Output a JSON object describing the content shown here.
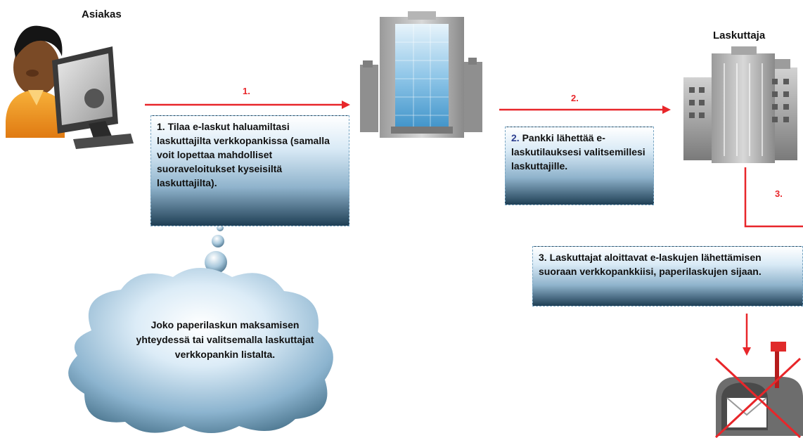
{
  "labels": {
    "customer": "Asiakas",
    "biller": "Laskuttaja"
  },
  "steps": {
    "step1_label": "1.",
    "step2_label": "2.",
    "step3_label": "3.",
    "step1_text": "1. Tilaa e-laskut haluamiltasi laskuttajilta verkkopankissa (samalla voit lopettaa mahdolliset suoraveloitukset kyseisiltä laskuttajilta).",
    "step2_num": "2.",
    "step2_text": " Pankki lähettää e-laskutilauksesi valitsemillesi laskuttajille.",
    "step3_text": "3. Laskuttajat aloittavat e-laskujen lähettämisen suoraan verkkopankkiisi, paperilaskujen sijaan."
  },
  "cloud": {
    "text": "Joko paperilaskun maksamisen yhteydessä tai valitsemalla laskuttajat verkkopankin listalta."
  },
  "colors": {
    "arrow": "#e8262a",
    "box_top": "#ffffff",
    "box_bottom": "#1f3f55",
    "step2_accent": "#2e3f8f"
  },
  "icons": [
    "customer-computer-icon",
    "bank-building-icon",
    "biller-buildings-icon",
    "mailbox-icon",
    "cross-icon"
  ]
}
